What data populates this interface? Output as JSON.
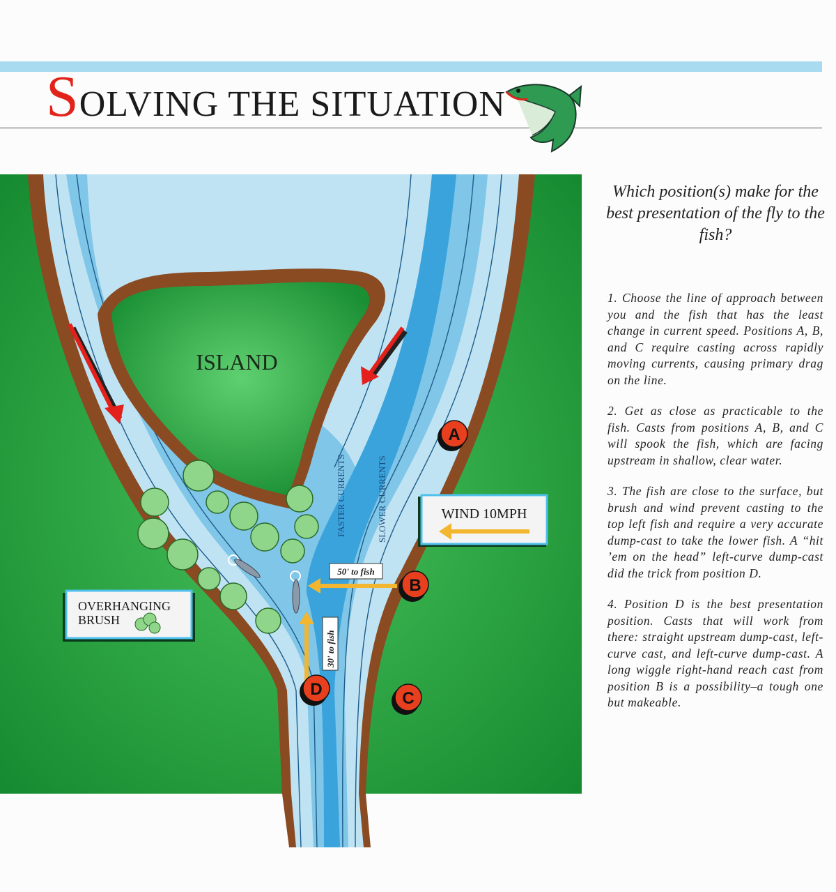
{
  "header": {
    "title_initial": "S",
    "title_rest": "OLVING THE SITUATION",
    "logo": "trout-fish-icon"
  },
  "map": {
    "island_label": "ISLAND",
    "faster_label": "FASTER CURRENTS",
    "slower_label": "SLOWER CURRENTS",
    "wind_label": "WIND 10MPH",
    "brush_label_1": "OVERHANGING",
    "brush_label_2": "BRUSH",
    "distance_b": "50' to fish",
    "distance_d": "30' to fish",
    "positions": [
      "A",
      "B",
      "C",
      "D"
    ],
    "colors": {
      "land": "#1f9a3a",
      "bank": "#8a4a22",
      "water_light": "#bfe3f2",
      "water_mid": "#7fc6e8",
      "water_dark": "#3aa3dc",
      "marker": "#e8401f",
      "arrow": "#f2b630",
      "current_arrow": "#e3201b"
    }
  },
  "sidebar": {
    "question": "Which position(s) make for the best presentation of the fly to the fish?",
    "paragraphs": [
      "1. Choose the line of approach between you and the fish that has the least change in current speed. Positions A, B, and C require casting across rapidly moving currents, causing primary drag on the line.",
      "2. Get as close as practicable to the fish. Casts from positions A, B, and C will spook the fish, which are facing upstream in shallow, clear water.",
      "3. The fish are close to the surface, but brush and wind prevent casting to the top left fish and require a very accurate dump-cast to take the lower fish. A “hit ’em on the head” left-curve dump-cast did the trick from position D.",
      "4. Position D is the best presentation position. Casts that will work from there: straight upstream dump-cast, left-curve cast, and left-curve dump-cast. A long wiggle right-hand reach cast from position B is a possibility–a tough one but makeable."
    ]
  }
}
